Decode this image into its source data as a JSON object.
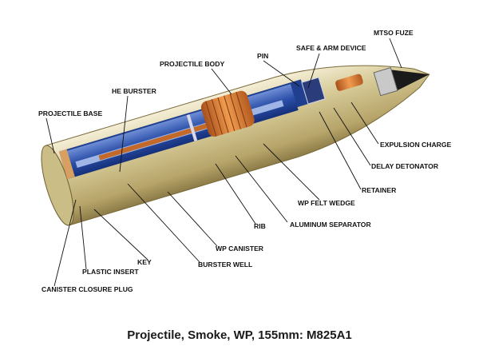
{
  "caption": "Projectile, Smoke, WP, 155mm: M825A1",
  "labels": {
    "mtso_fuze": "MTSO FUZE",
    "safe_arm_device": "SAFE & ARM DEVICE",
    "pin": "PIN",
    "projectile_body": "PROJECTILE BODY",
    "he_burster": "HE BURSTER",
    "projectile_base": "PROJECTILE BASE",
    "expulsion_charge": "EXPULSION CHARGE",
    "delay_detonator": "DELAY DETONATOR",
    "retainer": "RETAINER",
    "wp_felt_wedge": "WP FELT WEDGE",
    "aluminum_separator": "ALUMINUM SEPARATOR",
    "rib": "RIB",
    "wp_canister": "WP CANISTER",
    "burster_well": "BURSTER WELL",
    "key": "KEY",
    "plastic_insert": "PLASTIC INSERT",
    "canister_closure_plug": "CANISTER CLOSURE PLUG"
  },
  "colors": {
    "body_shell": "#d9cfa6",
    "interior_blue": "#2b4fa8",
    "felt_wedge_orange": "#d8742a",
    "fuze_tip": "#1a1a1a"
  }
}
